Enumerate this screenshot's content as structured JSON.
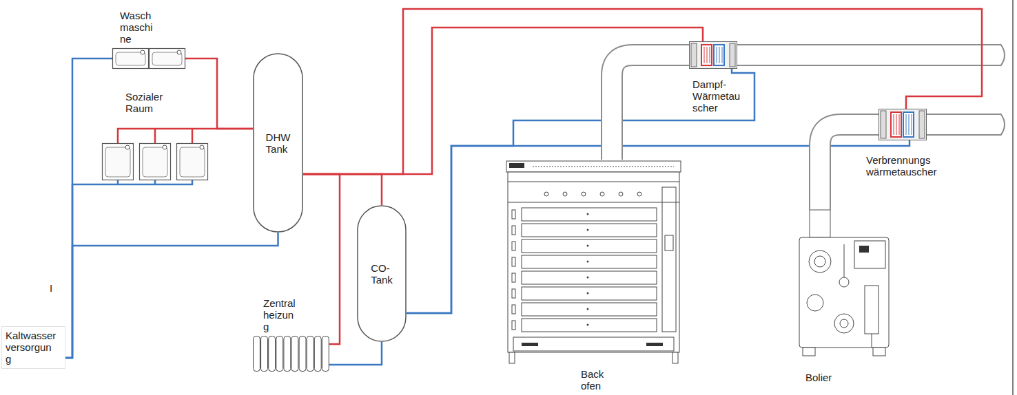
{
  "diagram": {
    "nodes": [
      {
        "text": [
          "Wasch maschi ne"
        ]
      },
      {
        "text": [
          "Sozialer Raum"
        ]
      },
      {
        "text": [
          "DHW Tank"
        ]
      },
      {
        "text": [
          "Dampf- Wärmetau scher"
        ]
      },
      {
        "text": [
          "Verbrennungs wärmetauscher"
        ]
      },
      {
        "text": [
          "Zentral heizun g"
        ]
      },
      {
        "text": [
          "CO-Tank"
        ]
      },
      {
        "text": [
          "Back ofen"
        ]
      },
      {
        "text": [
          "Bolier"
        ]
      },
      {
        "text": [
          "Kaltwasser versorgun g"
        ]
      }
    ],
    "edges": [
      {
        "from": 9,
        "to": 0,
        "arrow": "none"
      },
      {
        "from": 9,
        "to": 1,
        "arrow": "none"
      },
      {
        "from": 9,
        "to": 2,
        "arrow": "none"
      },
      {
        "from": 2,
        "to": 0,
        "arrow": "none"
      },
      {
        "from": 2,
        "to": 1,
        "arrow": "none"
      },
      {
        "from": 2,
        "to": 5,
        "arrow": "none"
      },
      {
        "from": 2,
        "to": 6,
        "arrow": "none"
      },
      {
        "from": 2,
        "to": 3,
        "arrow": "none"
      },
      {
        "from": 2,
        "to": 4,
        "arrow": "none"
      },
      {
        "from": 5,
        "to": 6,
        "arrow": "none"
      },
      {
        "from": 6,
        "to": 3,
        "arrow": "none"
      },
      {
        "from": 6,
        "to": 4,
        "arrow": "none"
      },
      {
        "from": 7,
        "to": 3,
        "arrow": "none"
      },
      {
        "from": 8,
        "to": 4,
        "arrow": "none"
      }
    ],
    "labels": [
      "I"
    ]
  }
}
